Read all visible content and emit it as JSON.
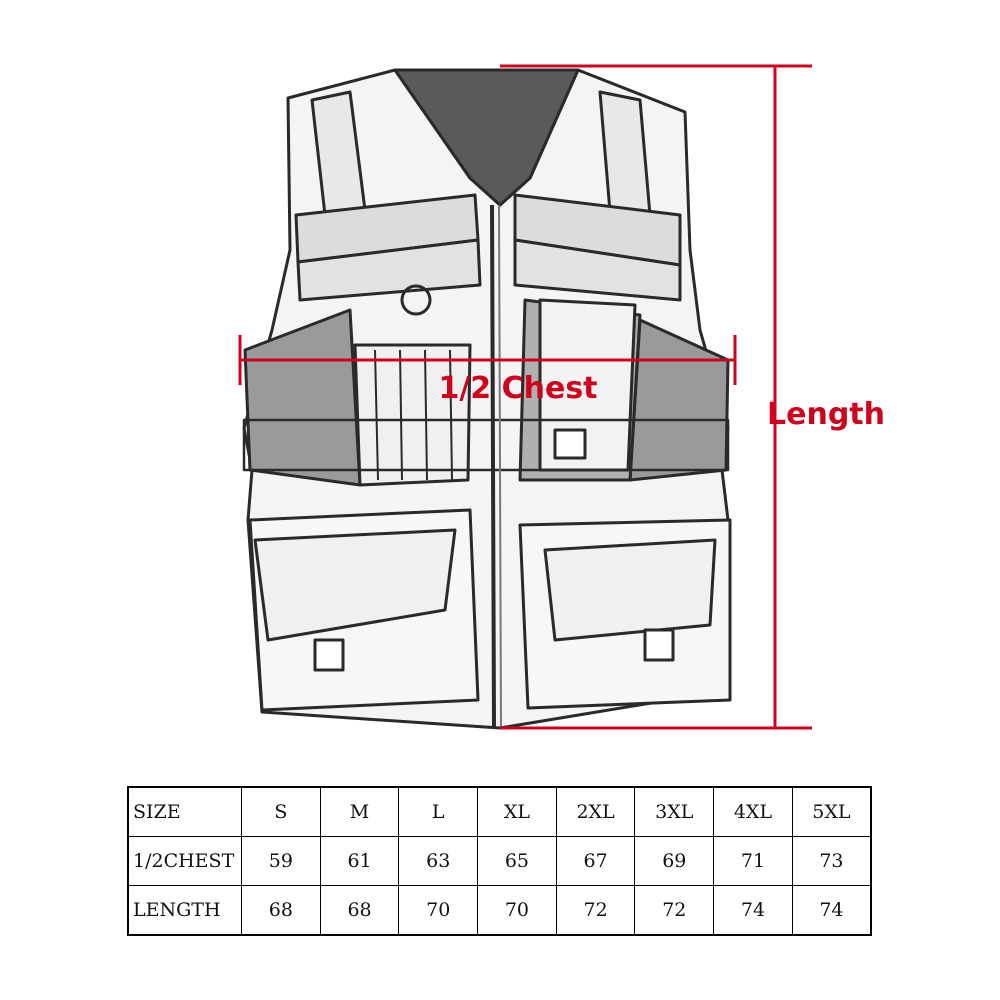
{
  "diagram": {
    "chest_label": "1/2 Chest",
    "length_label": "Length",
    "accent_color": "#d0021b"
  },
  "size_table": {
    "rows": [
      [
        "SIZE",
        "S",
        "M",
        "L",
        "XL",
        "2XL",
        "3XL",
        "4XL",
        "5XL"
      ],
      [
        "1/2CHEST",
        "59",
        "61",
        "63",
        "65",
        "67",
        "69",
        "71",
        "73"
      ],
      [
        "LENGTH",
        "68",
        "68",
        "70",
        "70",
        "72",
        "72",
        "74",
        "74"
      ]
    ]
  }
}
